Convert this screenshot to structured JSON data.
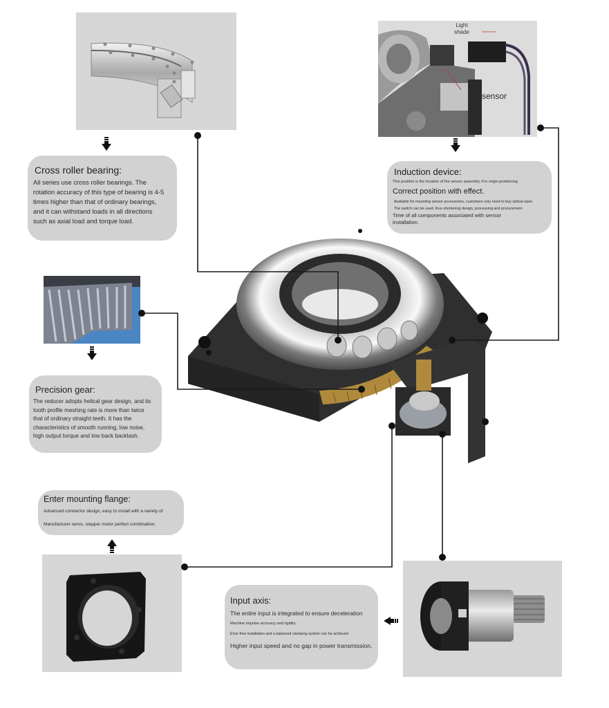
{
  "diagram": {
    "components": [
      {
        "id": "cross-roller-bearing",
        "title": "Cross roller bearing:",
        "lines": [
          "All series use cross roller bearings. The",
          "rotation accuracy of this type of bearing is 4-5",
          "times higher than that of ordinary bearings,",
          "and it can withstand loads in all directions",
          "such as axial load and torque load."
        ],
        "image_icon": "cross-roller-bearing-image"
      },
      {
        "id": "induction-device",
        "title": "Induction device:",
        "lines": [
          "This position is the location of the sensor assembly. For origin positioning",
          "Correct position with effect.",
          "Available for mounting sensor accessories, customers only need to buy optical open",
          "The switch can be used, thus shortening design, processing and procurement",
          "Time of all components associated with sensor",
          "installation."
        ],
        "image_labels": {
          "light_shade": [
            "Light",
            "shade"
          ],
          "sensor": "sensor"
        }
      },
      {
        "id": "precision-gear",
        "title": "Precision gear:",
        "lines": [
          "The reducer adopts helical gear design, and its",
          "tooth profile meshing rate is more than twice",
          "that of ordinary straight teeth. It has the",
          "characteristics of smooth running, low noise,",
          "high output torque and low back backlash."
        ]
      },
      {
        "id": "mounting-flange",
        "title": "Enter mounting flange:",
        "lines": [
          "Advanced connector design, easy to install with a variety of",
          "Manufacturer servo, stepper motor perfect combination."
        ]
      },
      {
        "id": "input-axis",
        "title": "Input axis:",
        "lines": [
          "The entire input is integrated to ensure deceleration",
          "Machine impulse accuracy and rigidity.",
          "Error-free installation and a balanced clamping system can be achieved",
          "Higher input speed and no gap in power transmission."
        ]
      }
    ],
    "colors": {
      "card_bg": "#d2d2d2",
      "photo_bg": "#d6d6d6",
      "connector": "#1a1a1a",
      "housing": "#3a3a3a",
      "gear_brass": "#b08a3c",
      "gear_photo_bg": "#4a86c4"
    }
  }
}
